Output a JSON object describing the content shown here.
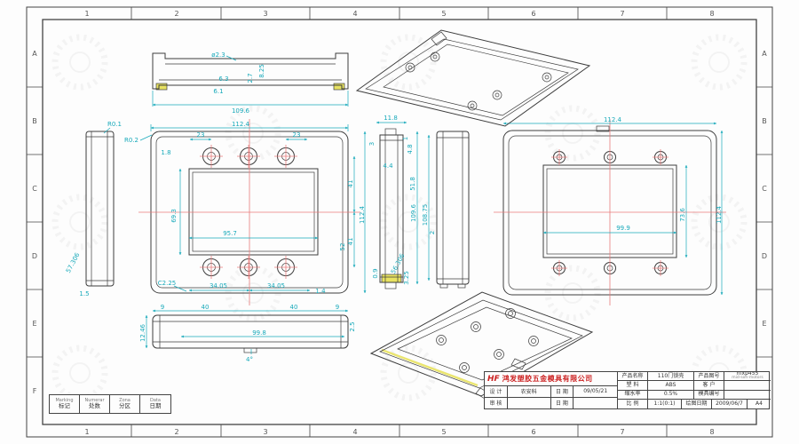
{
  "frame": {
    "cols": [
      "1",
      "2",
      "3",
      "4",
      "5",
      "6",
      "7",
      "8"
    ],
    "rows": [
      "A",
      "B",
      "C",
      "D",
      "E",
      "F"
    ]
  },
  "colors": {
    "line": "#3d3d3d",
    "dimension": "#17a9ba",
    "centerline": "#e87b7b",
    "highlight": "#e8e261",
    "brand_red": "#cc2222"
  },
  "dims": {
    "top_view": [
      "ø2.3",
      "6.3",
      "2.7",
      "8.25",
      "6.1",
      "109.6"
    ],
    "left_view": [
      "R0.1",
      "57.306",
      "1.5"
    ],
    "front_view": [
      "112.4",
      "23",
      "23",
      "R0.2",
      "1.8",
      "69.3",
      "95.7",
      "41",
      "112.4",
      "41",
      "52",
      "C2.25",
      "34.05",
      "34.05",
      "1.4"
    ],
    "section_view": [
      "11.8",
      "3",
      "1",
      "4.4",
      "4.8",
      "51.8",
      "56.306",
      "3.25",
      "0.9"
    ],
    "mid_view": [
      "109.6",
      "108.75",
      "2"
    ],
    "back_view": [
      "112.4",
      "99.9",
      "73.6",
      "112.4"
    ],
    "bottom_view": [
      "9",
      "40",
      "40",
      "9",
      "99.8",
      "12.46",
      "2.5",
      "4°"
    ]
  },
  "titleblock": {
    "logo": "HF",
    "company": "鸿发塑胶五金模具有限公司",
    "product_name_label": "产品名称",
    "product_name": "110门锁壳",
    "drawing_no_label": "产品图号",
    "drawing_no": "hfxp455",
    "drawing_no_sub": "mid-son-motors",
    "material_label": "塑 料",
    "material": "ABS",
    "customer_label": "客 户",
    "customer": "",
    "shrink_label": "缩水率",
    "shrink": "0.5%",
    "mold_label": "模具编号",
    "mold": "",
    "scale_label": "比 例",
    "scale": "1:1(0:1)",
    "drawdate_label": "绘图日期",
    "drawdate": "2009/06/7",
    "design_label": "设 计",
    "designer": "农安科",
    "date1_label": "日 期",
    "date1": "09/05/21",
    "check_label": "审 核",
    "checker": "",
    "date2_label": "日 期",
    "date2": "",
    "paper": "A4"
  },
  "revision": {
    "cols": [
      {
        "en": "Marking",
        "zh": "标记"
      },
      {
        "en": "Numerar",
        "zh": "处数"
      },
      {
        "en": "Zona",
        "zh": "分区"
      },
      {
        "en": "Data",
        "zh": "日期"
      }
    ]
  }
}
